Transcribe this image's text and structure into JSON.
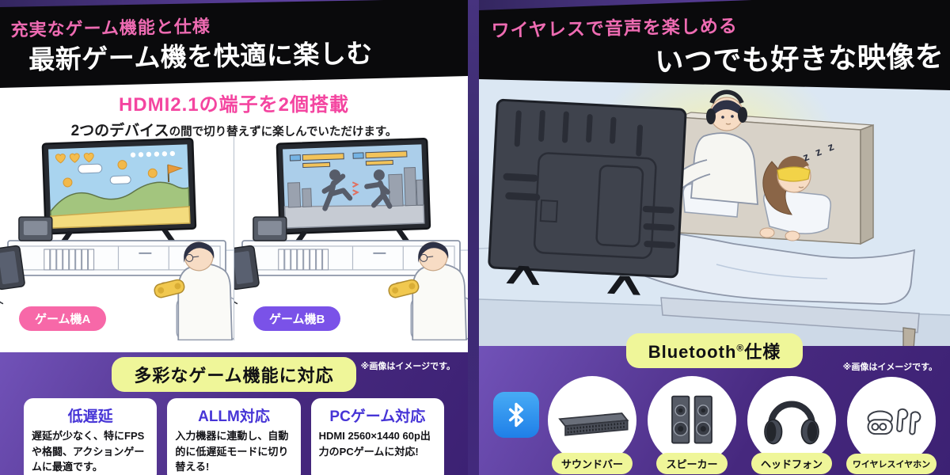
{
  "left": {
    "header": {
      "subtitle": "充実なゲーム機能と仕様",
      "title": "最新ゲーム機を快適に楽しむ"
    },
    "feature": {
      "heading": "HDMI2.1の端子を2個搭載",
      "desc_emphasis": "2つのデバイス",
      "desc_rest": "の間で切り替えずに楽しんでいただけます。"
    },
    "scenes": {
      "badge_a": "ゲーム機A",
      "badge_b": "ゲーム機B"
    },
    "bottom": {
      "heading": "多彩なゲーム機能に対応",
      "disclaimer": "※画像はイメージです。",
      "cards": [
        {
          "title": "低遅延",
          "body": "遅延が少なく、特にFPSや格闘、アクションゲームに最適です。"
        },
        {
          "title": "ALLM対応",
          "body": "入力機器に連動し、自動的に低遅延モードに切り替える!"
        },
        {
          "title": "PCゲーム対応",
          "body": "HDMI 2560×1440 60p出力のPCゲームに対応!"
        }
      ]
    }
  },
  "right": {
    "header": {
      "subtitle": "ワイヤレスで音声を楽しめる",
      "title": "いつでも好きな映像を"
    },
    "scene": {
      "sleep_text": "z z z"
    },
    "bottom": {
      "heading_pre": "Bluetooth",
      "heading_reg": "®",
      "heading_post": "仕様",
      "disclaimer": "※画像はイメージです。",
      "devices": [
        {
          "label": "サウンドバー",
          "icon": "soundbar-icon"
        },
        {
          "label": "スピーカー",
          "icon": "speaker-icon"
        },
        {
          "label": "ヘッドフォン",
          "icon": "headphones-icon"
        },
        {
          "label": "ワイヤレスイヤホン",
          "icon": "earbuds-icon"
        }
      ]
    }
  },
  "colors": {
    "accent_pink": "#f445a0",
    "header_pink": "#ee6bb2",
    "purple_dark": "#42277c",
    "purple_light": "#7152b8",
    "pill_yellow": "#eff699",
    "card_title_blue": "#4634d6",
    "badge_pink": "#f768a8",
    "badge_purple": "#7a52e8",
    "bluetooth_blue": "#2f93f0"
  }
}
